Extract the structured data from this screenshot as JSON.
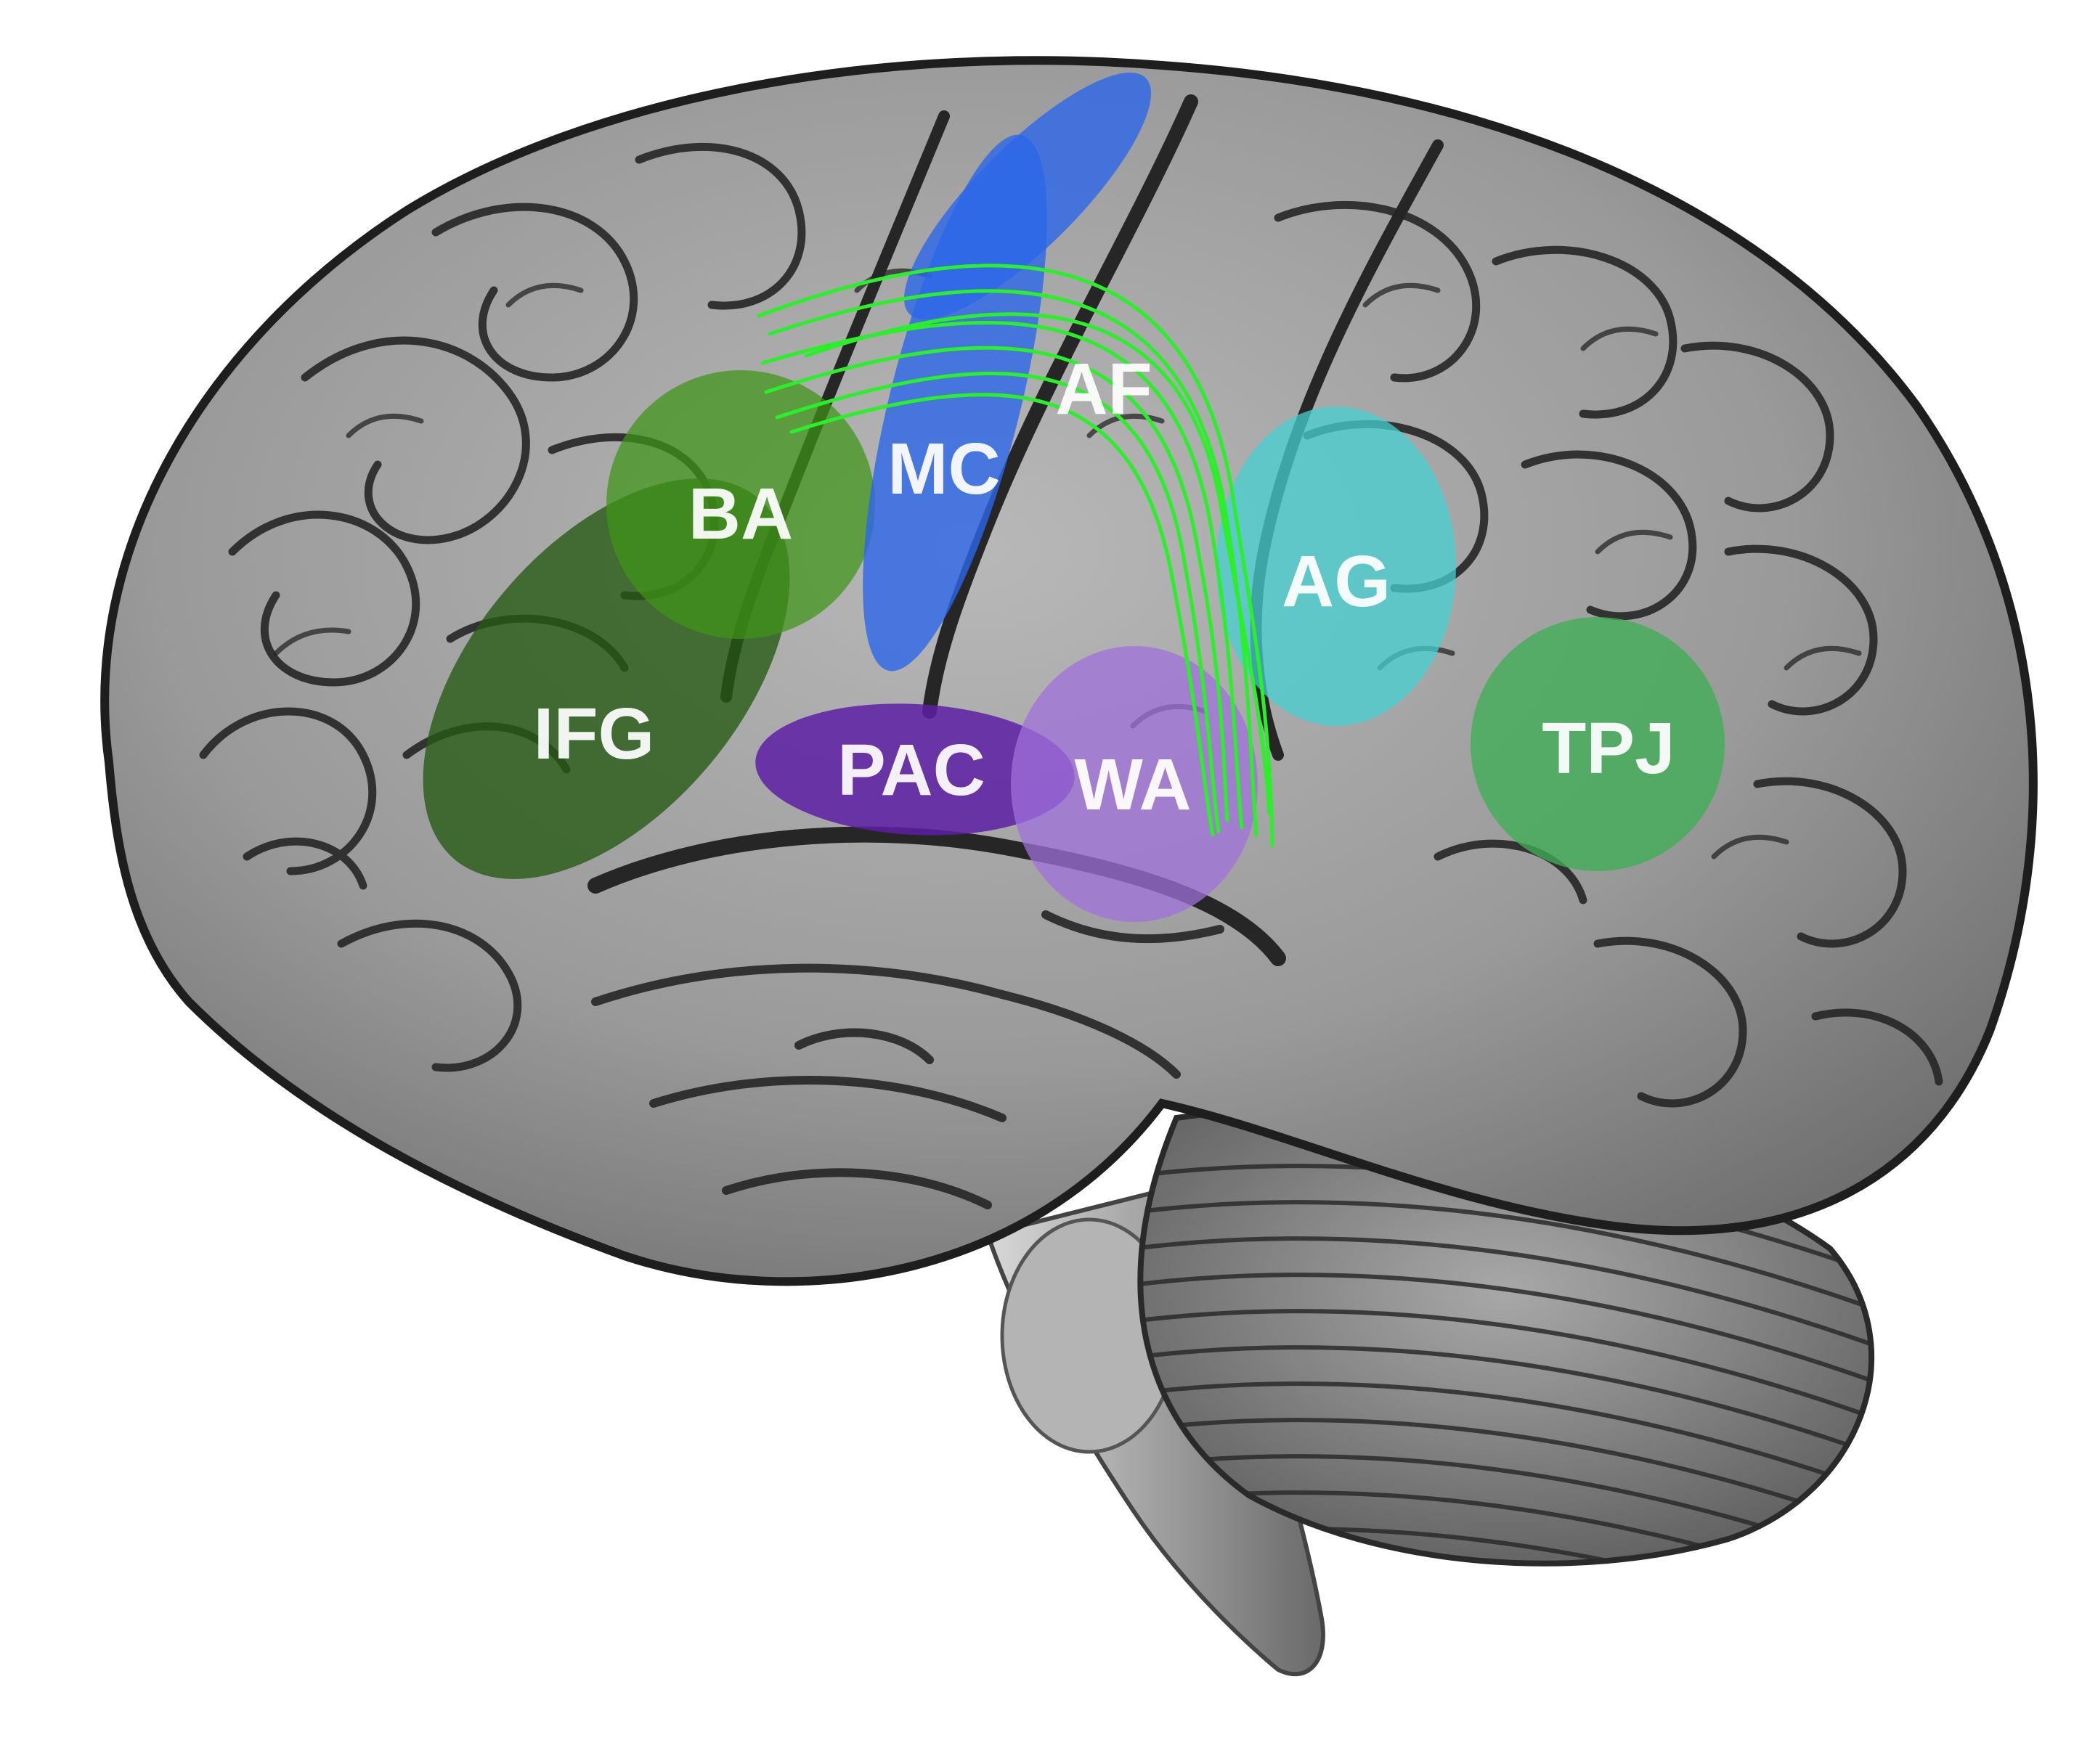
{
  "figure": {
    "description_kind": "lateral view of human brain with language-network regions",
    "background": "#ffffff"
  },
  "regions": [
    {
      "id": "ifg",
      "label": "IFG",
      "color": "#245a12"
    },
    {
      "id": "ba",
      "label": "BA",
      "color": "#3f9418"
    },
    {
      "id": "mc",
      "label": "MC",
      "color": "#2c66e8"
    },
    {
      "id": "pac",
      "label": "PAC",
      "color": "#5d1fa3"
    },
    {
      "id": "wa",
      "label": "WA",
      "color": "#a070dc"
    },
    {
      "id": "ag",
      "label": "AG",
      "color": "#45d0d0"
    },
    {
      "id": "tpj",
      "label": "TPJ",
      "color": "#3fae55"
    }
  ],
  "tract": {
    "id": "af",
    "label": "AF",
    "color": "#2aef2a"
  }
}
